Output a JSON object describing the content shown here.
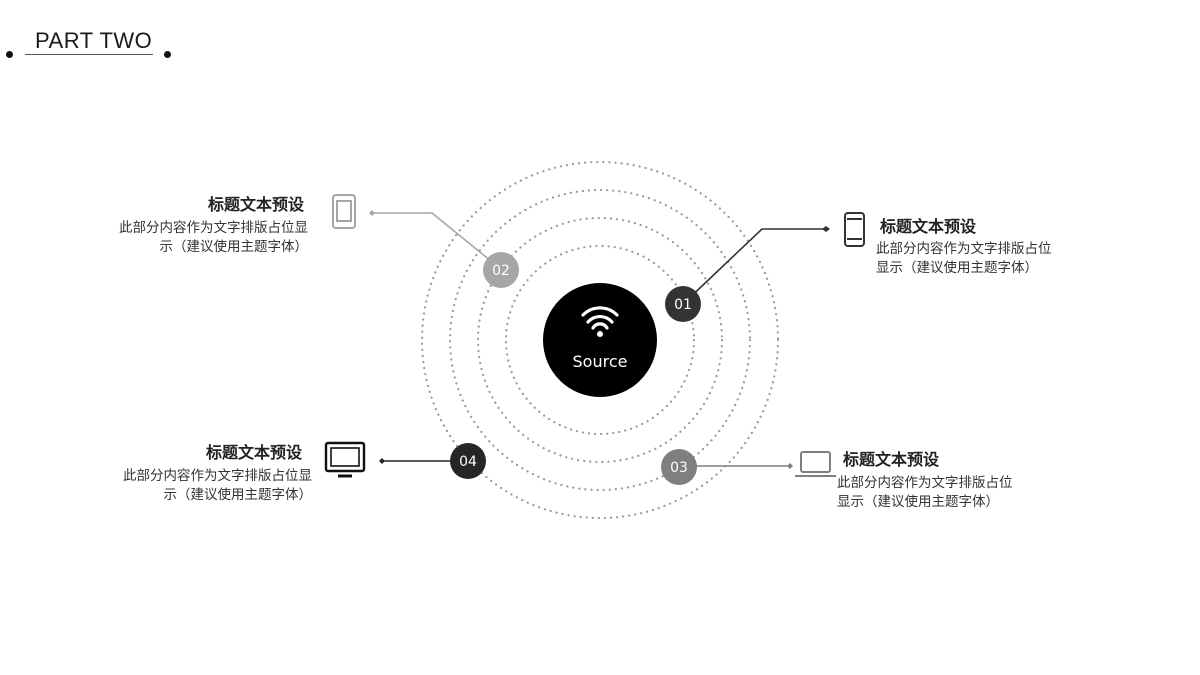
{
  "header": {
    "title": "PART TWO"
  },
  "center": {
    "label": "Source",
    "icon": "wifi-icon"
  },
  "items": [
    {
      "number": "01",
      "title": "标题文本预设",
      "desc": "此部分内容作为文字排版占位显示（建议使用主题字体）",
      "icon": "smartphone-icon",
      "color": "#333333"
    },
    {
      "number": "02",
      "title": "标题文本预设",
      "desc": "此部分内容作为文字排版占位显示（建议使用主题字体）",
      "icon": "tablet-icon",
      "color": "#a6a6a6"
    },
    {
      "number": "03",
      "title": "标题文本预设",
      "desc": "此部分内容作为文字排版占位显示（建议使用主题字体）",
      "icon": "laptop-icon",
      "color": "#7f7f7f"
    },
    {
      "number": "04",
      "title": "标题文本预设",
      "desc": "此部分内容作为文字排版占位显示（建议使用主题字体）",
      "icon": "monitor-icon",
      "color": "#262626"
    }
  ]
}
